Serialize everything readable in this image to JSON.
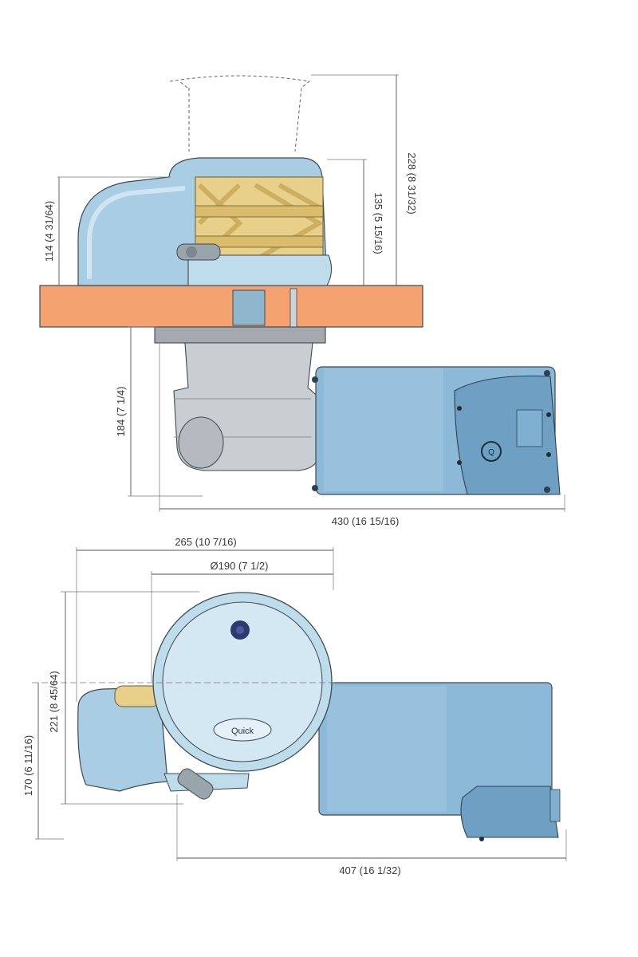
{
  "dimensions": {
    "side_view": {
      "height_total": "228 (8 31/32)",
      "height_drum": "135 (5 15/16)",
      "height_cover": "114 (4 31/64)",
      "depth_below_deck": "184 (7 1/4)",
      "length_total": "430 (16 15/16)"
    },
    "top_view": {
      "width_total": "265 (10 7/16)",
      "drum_diameter": "Ø190 (7 1/2)",
      "width_side": "221 (8 45/64)",
      "width_base": "170 (6 11/16)",
      "length_total": "407 (16 1/32)"
    }
  },
  "colors": {
    "housing": "#a9cde3",
    "motor": "#8cb9d8",
    "deck": "#f4a26f",
    "gypsy": "#e8d08a",
    "gearbox": "#c9ced3",
    "outline": "#3c4a55",
    "dimension": "#555555"
  },
  "icons": [
    "rotation-knob-icon",
    "quick-logo-icon"
  ]
}
